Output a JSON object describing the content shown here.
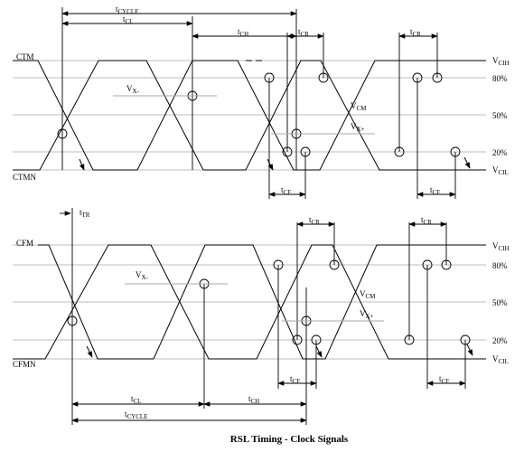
{
  "caption": "RSL Timing - Clock Signals",
  "top": {
    "signal_true": "CTM",
    "signal_comp": "CTMN",
    "t_cycle": {
      "t": "t",
      "sub": "CYCLE"
    },
    "t_cl": {
      "t": "t",
      "sub": "CL"
    },
    "t_ch": {
      "t": "t",
      "sub": "CH"
    },
    "t_cr_1": {
      "t": "t",
      "sub": "CR"
    },
    "t_cr_2": {
      "t": "t",
      "sub": "CR"
    },
    "t_cf_1": {
      "t": "t",
      "sub": "CF"
    },
    "t_cf_2": {
      "t": "t",
      "sub": "CF"
    },
    "vx_minus": {
      "v": "V",
      "sub": "X-"
    },
    "vx_plus": {
      "v": "V",
      "sub": "X+"
    },
    "vcm": {
      "v": "V",
      "sub": "CM"
    },
    "vcih": {
      "v": "V",
      "sub": "CIH"
    },
    "vcil": {
      "v": "V",
      "sub": "CIL"
    },
    "pct_80": "80%",
    "pct_50": "50%",
    "pct_20": "20%"
  },
  "bottom": {
    "signal_true": "CFM",
    "signal_comp": "CFMN",
    "t_tr": {
      "t": "t",
      "sub": "TR"
    },
    "t_cl": {
      "t": "t",
      "sub": "CL"
    },
    "t_ch": {
      "t": "t",
      "sub": "CH"
    },
    "t_cycle": {
      "t": "t",
      "sub": "CYCLE"
    },
    "t_cr_1": {
      "t": "t",
      "sub": "CR"
    },
    "t_cr_2": {
      "t": "t",
      "sub": "CR"
    },
    "t_cf_1": {
      "t": "t",
      "sub": "CF"
    },
    "t_cf_2": {
      "t": "t",
      "sub": "CF"
    },
    "vx_minus": {
      "v": "V",
      "sub": "X-"
    },
    "vx_plus": {
      "v": "V",
      "sub": "X+"
    },
    "vcm": {
      "v": "V",
      "sub": "CM"
    },
    "vcih": {
      "v": "V",
      "sub": "CIH"
    },
    "vcil": {
      "v": "V",
      "sub": "CIL"
    },
    "pct_80": "80%",
    "pct_50": "50%",
    "pct_20": "20%"
  }
}
